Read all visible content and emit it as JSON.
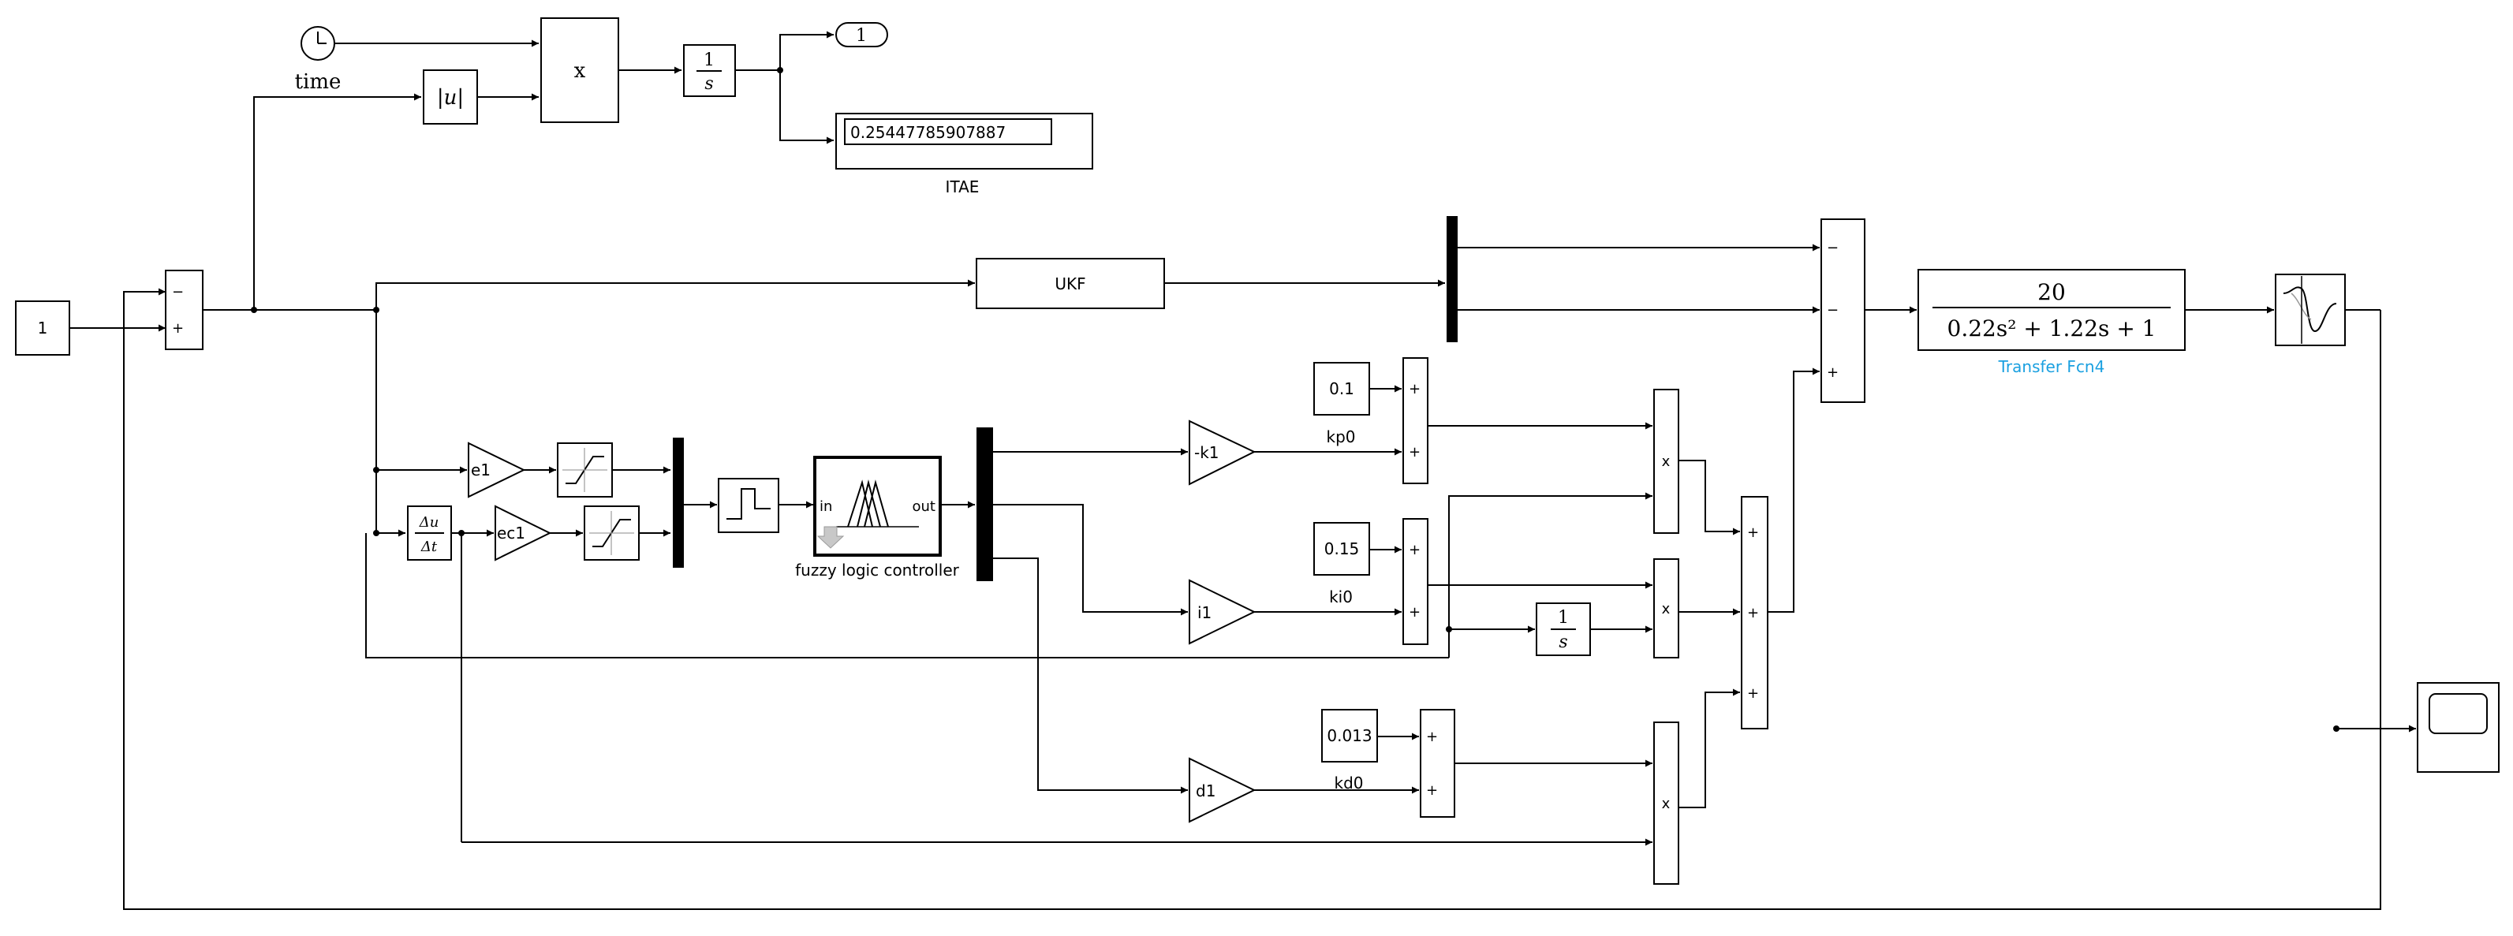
{
  "accent_colors": {
    "block_stroke": "#000000",
    "caption_blue": "#1aa0e0"
  },
  "blocks": {
    "const_in": {
      "value": "1"
    },
    "clock": {
      "label": "time"
    },
    "abs": {
      "label": "|u|"
    },
    "product_main": {
      "label": "x"
    },
    "integrator_top": {
      "num": "1",
      "den": "s"
    },
    "outport": {
      "label": "1"
    },
    "display": {
      "value": "0.25447785907887",
      "caption": "ITAE"
    },
    "sum_in": {
      "signs": [
        "−",
        "+"
      ]
    },
    "ukf": {
      "label": "UKF"
    },
    "deriv": {
      "num": "Δu",
      "den": "Δt"
    },
    "gain_e1": {
      "label": "e1"
    },
    "gain_ec1": {
      "label": "ec1"
    },
    "fuzzy": {
      "in_label": "in",
      "out_label": "out",
      "caption": "fuzzy logic controller"
    },
    "gain_k1": {
      "label": "-k1"
    },
    "gain_i1": {
      "label": "i1"
    },
    "gain_d1": {
      "label": "d1"
    },
    "const_kp0": {
      "value": "0.1",
      "caption": "kp0"
    },
    "const_ki0": {
      "value": "0.15",
      "caption": "ki0"
    },
    "const_kd0": {
      "value": "0.013",
      "caption": "kd0"
    },
    "sum_kp": {
      "signs": [
        "+",
        "+"
      ]
    },
    "sum_ki": {
      "signs": [
        "+",
        "+"
      ]
    },
    "sum_kd": {
      "signs": [
        "+",
        "+"
      ]
    },
    "prod_p": {
      "label": "x"
    },
    "prod_i": {
      "label": "x"
    },
    "prod_d": {
      "label": "x"
    },
    "integrator_i": {
      "num": "1",
      "den": "s"
    },
    "sum_pid": {
      "signs": [
        "+",
        "+",
        "+"
      ]
    },
    "sum_plant": {
      "signs": [
        "−",
        "−",
        "+"
      ]
    },
    "tf": {
      "num": "20",
      "den": "0.22s² + 1.22s + 1",
      "caption": "Transfer Fcn4"
    }
  }
}
